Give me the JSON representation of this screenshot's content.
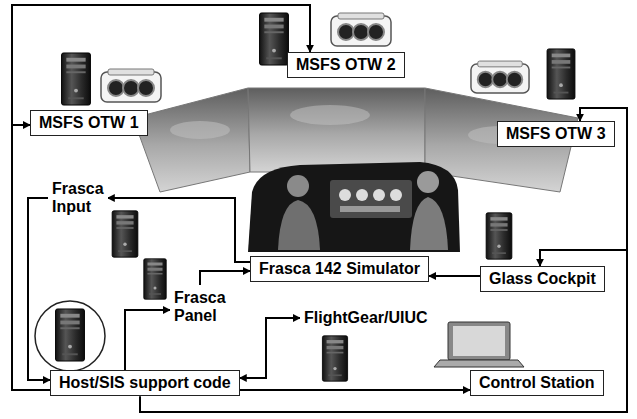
{
  "diagram": {
    "nodes": [
      {
        "text": [
          "MSFS OTW 2"
        ]
      },
      {
        "text": [
          "MSFS OTW 1"
        ]
      },
      {
        "text": [
          "MSFS OTW 3"
        ]
      },
      {
        "text": [
          "Frasca Input"
        ]
      },
      {
        "text": [
          "Frasca 142 Simulator"
        ]
      },
      {
        "text": [
          "Glass Cockpit"
        ]
      },
      {
        "text": [
          "Frasca Panel"
        ]
      },
      {
        "text": [
          "FlightGear/UIUC"
        ]
      },
      {
        "text": [
          "Host/SIS support code"
        ]
      },
      {
        "text": [
          "Control Station"
        ]
      }
    ],
    "edges": [
      {
        "from": 8,
        "to": 0,
        "arrow": "to"
      },
      {
        "from": 8,
        "to": 1,
        "arrow": "to"
      },
      {
        "from": 8,
        "to": 2,
        "arrow": "to"
      },
      {
        "from": 4,
        "to": 3,
        "arrow": "to"
      },
      {
        "from": 3,
        "to": 8,
        "arrow": "to"
      },
      {
        "from": 8,
        "to": 6,
        "arrow": "to"
      },
      {
        "from": 6,
        "to": 4,
        "arrow": "to"
      },
      {
        "from": 5,
        "to": 4,
        "arrow": "to"
      },
      {
        "from": 8,
        "to": 5,
        "arrow": "to"
      },
      {
        "from": 8,
        "to": 7,
        "arrow": "both"
      },
      {
        "from": 8,
        "to": 9,
        "arrow": "to"
      }
    ]
  }
}
